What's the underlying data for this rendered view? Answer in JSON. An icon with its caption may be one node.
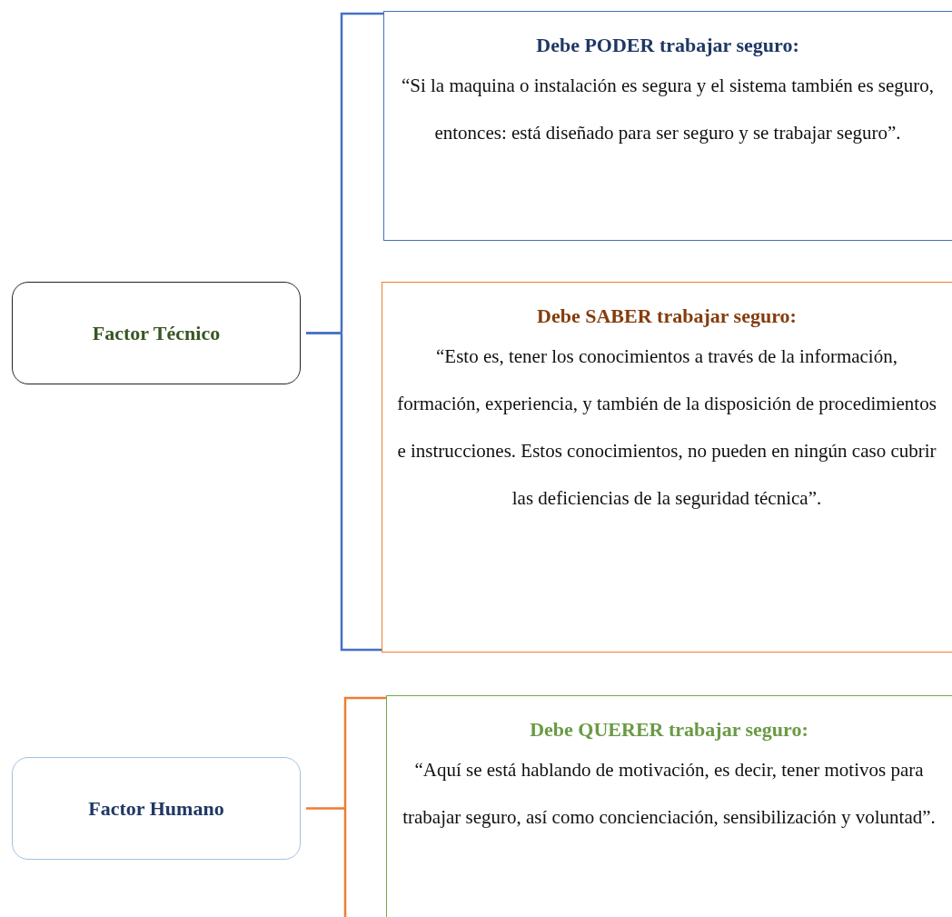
{
  "diagram": {
    "nodes": [
      {
        "text": [
          "Factor Técnico"
        ]
      },
      {
        "text": [
          "Debe PODER trabajar seguro:",
          "“Si la maquina o instalación es segura y el sistema también es seguro, entonces: está diseñado para ser seguro y se trabajar seguro”."
        ]
      },
      {
        "text": [
          "Debe SABER trabajar seguro:",
          "“Esto es, tener los conocimientos a través de la información, formación, experiencia, y también de la disposición de procedimientos e instrucciones. Estos conocimientos, no pueden en ningún caso cubrir las deficiencias de la seguridad técnica”."
        ]
      },
      {
        "text": [
          "Factor Humano"
        ]
      },
      {
        "text": [
          "Debe QUERER trabajar seguro:",
          "“Aquí se está hablando de motivación, es decir, tener motivos para trabajar seguro, así como concienciación, sensibilización y voluntad”."
        ]
      }
    ],
    "edges": [
      {
        "from": 0,
        "to": 1,
        "arrow": "none"
      },
      {
        "from": 0,
        "to": 2,
        "arrow": "none"
      },
      {
        "from": 3,
        "to": 4,
        "arrow": "none",
        "color": "#ed7d31"
      }
    ]
  }
}
